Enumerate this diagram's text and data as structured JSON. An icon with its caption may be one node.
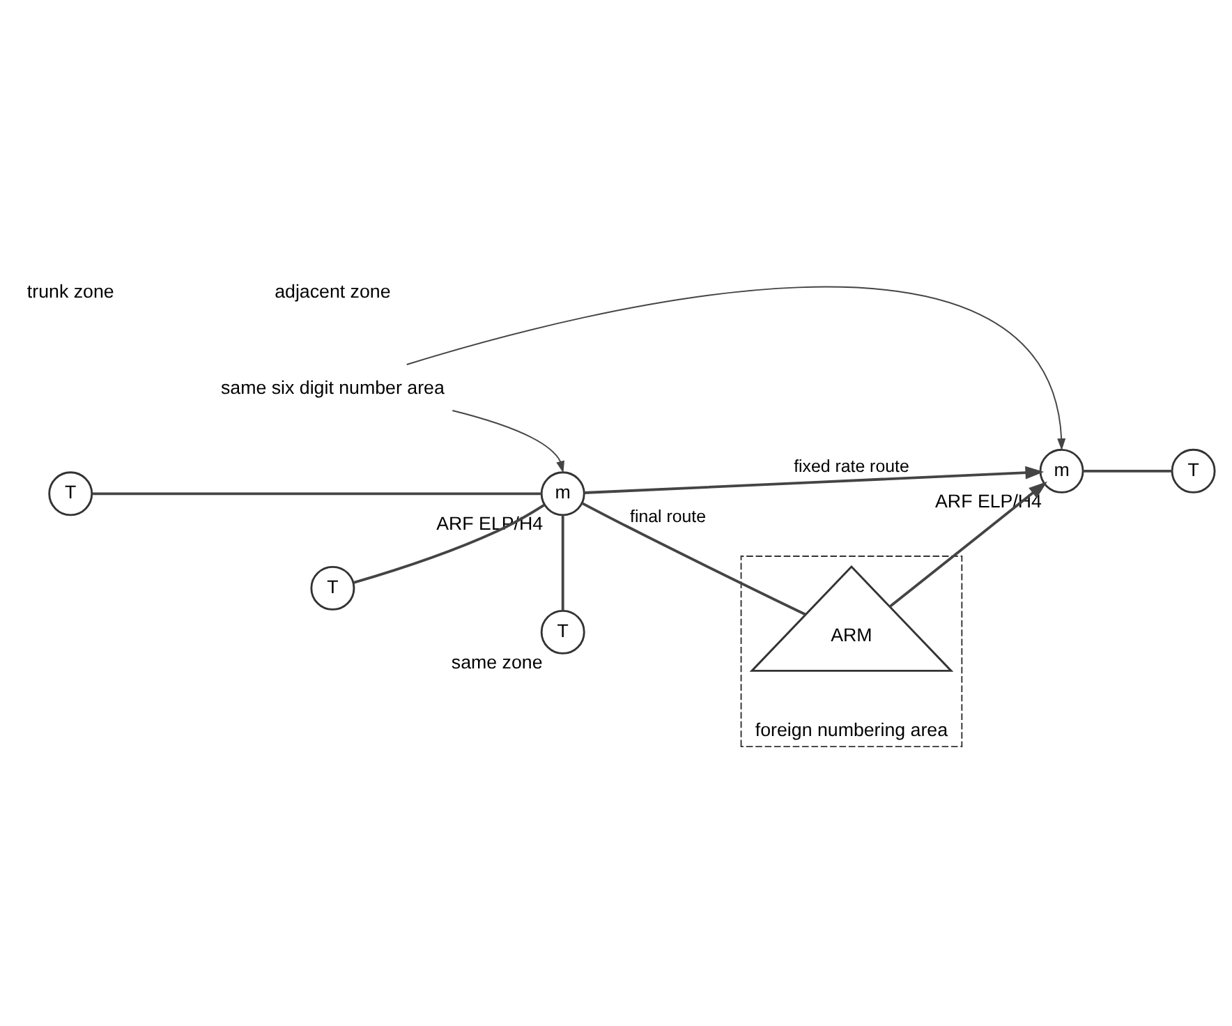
{
  "diagram": {
    "nodes": [
      {
        "text": [
          "T"
        ]
      },
      {
        "text": [
          "T"
        ]
      },
      {
        "text": [
          "m"
        ],
        "beside": [
          "ARF ELP/H4"
        ]
      },
      {
        "text": [
          "T"
        ],
        "beside": [
          "same zone"
        ]
      },
      {
        "text": [
          "foreign numbering area"
        ]
      },
      {
        "text": [
          "ARM"
        ],
        "in": 4
      },
      {
        "text": [
          "m"
        ],
        "beside": [
          "ARF ELP/H4"
        ]
      },
      {
        "text": [
          "T"
        ]
      },
      {
        "text": [
          "same six digit number area"
        ]
      }
    ],
    "edges": [
      {
        "from": 0,
        "to": 2,
        "arrow": "none"
      },
      {
        "from": 1,
        "to": 2,
        "arrow": "none"
      },
      {
        "from": 2,
        "to": 3,
        "arrow": "none"
      },
      {
        "from": 2,
        "to": 6,
        "arrow": "to",
        "label": "fixed rate route"
      },
      {
        "from": 2,
        "to": 5,
        "arrow": "none",
        "label": "final route"
      },
      {
        "from": 5,
        "to": 6,
        "arrow": "to"
      },
      {
        "from": 6,
        "to": 7,
        "arrow": "none"
      },
      {
        "from": 8,
        "to": 2,
        "arrow": "to"
      },
      {
        "from": 8,
        "to": 6,
        "arrow": "to"
      }
    ],
    "labels": [
      "trunk zone",
      "adjacent zone"
    ]
  }
}
